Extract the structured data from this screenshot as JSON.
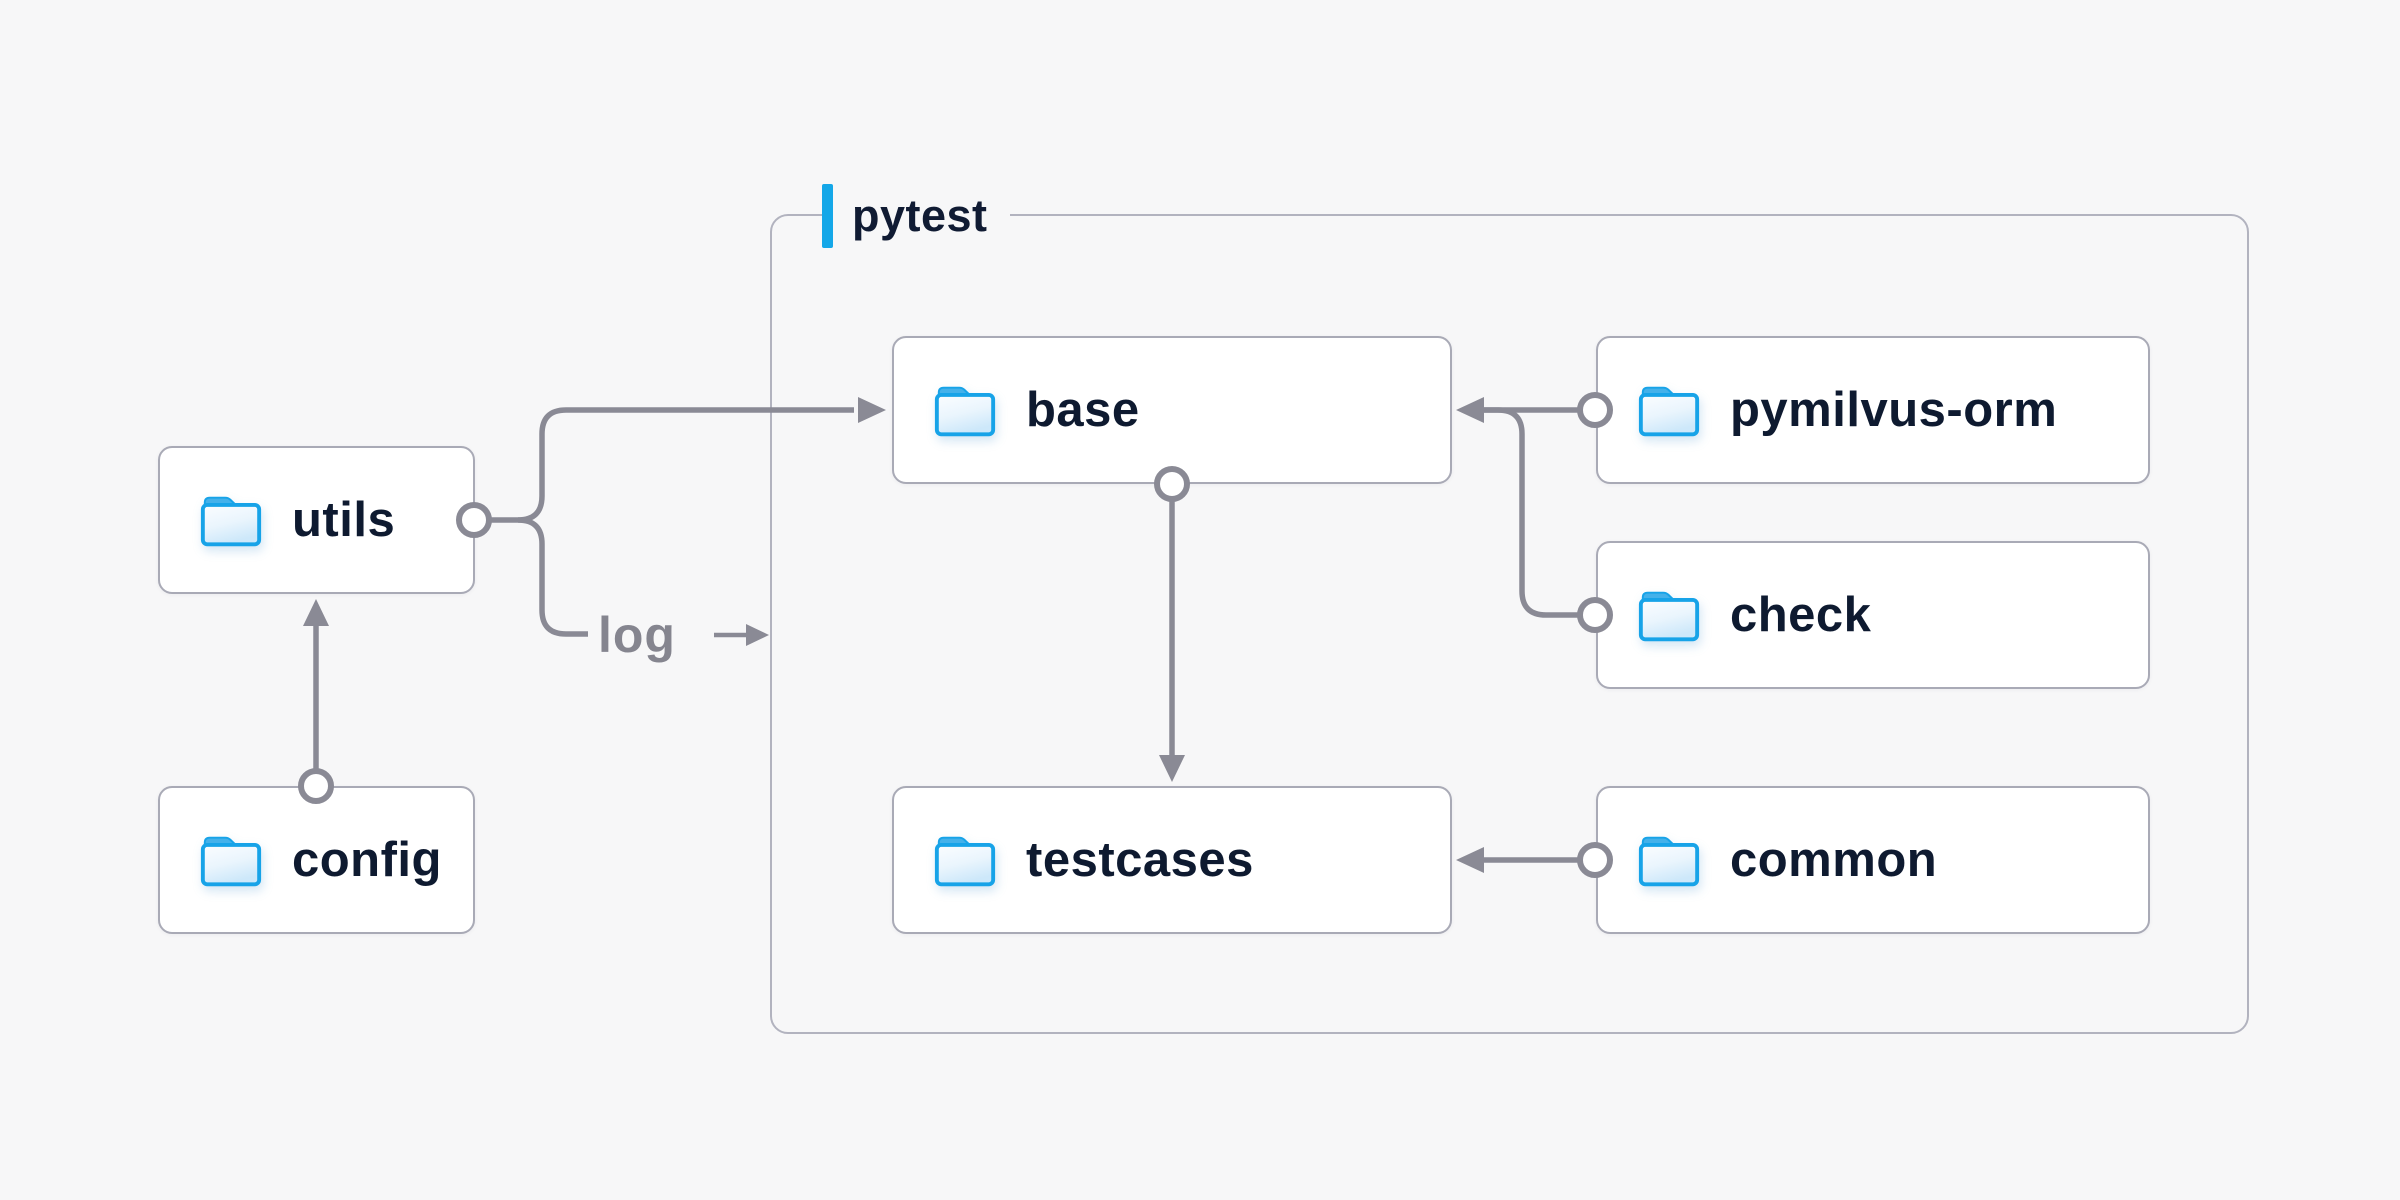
{
  "group": {
    "label": "pytest"
  },
  "nodes": [
    {
      "id": "utils",
      "label": "utils"
    },
    {
      "id": "config",
      "label": "config"
    },
    {
      "id": "base",
      "label": "base"
    },
    {
      "id": "pymilvus-orm",
      "label": "pymilvus-orm"
    },
    {
      "id": "check",
      "label": "check"
    },
    {
      "id": "testcases",
      "label": "testcases"
    },
    {
      "id": "common",
      "label": "common"
    }
  ],
  "edges": [
    {
      "from": "utils",
      "to": "base",
      "label": "log"
    },
    {
      "from": "config",
      "to": "utils",
      "label": ""
    },
    {
      "from": "base",
      "to": "testcases",
      "label": ""
    },
    {
      "from": "pymilvus-orm",
      "to": "base",
      "label": ""
    },
    {
      "from": "check",
      "to": "base",
      "label": ""
    },
    {
      "from": "common",
      "to": "testcases",
      "label": ""
    }
  ],
  "edge_label": {
    "text": "log",
    "arrow": "→"
  },
  "colors": {
    "background": "#f7f7f8",
    "accent_blue": "#14a7e8",
    "line_gray": "#8a8a95",
    "node_border": "#a9aab6",
    "group_border": "#b2b3bf",
    "text_navy": "#0e1a30",
    "folder_blue": "#17a3e8"
  }
}
